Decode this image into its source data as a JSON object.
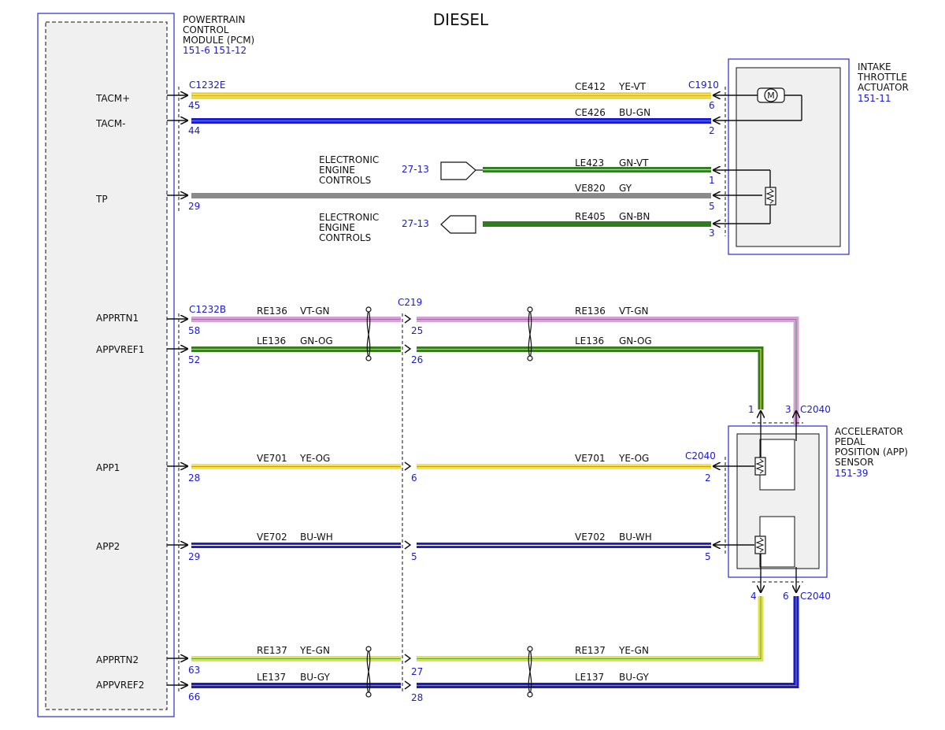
{
  "title": "DIESEL",
  "pcm": {
    "label_lines": [
      "POWERTRAIN",
      "CONTROL",
      "MODULE (PCM)"
    ],
    "refs": "151-6  151-12",
    "pins": [
      "TACM+",
      "TACM-",
      "TP",
      "APPRTN1",
      "APPVREF1",
      "APP1",
      "APP2",
      "APPRTN2",
      "APPVREF2"
    ]
  },
  "throttle": {
    "label_lines": [
      "INTAKE",
      "THROTTLE",
      "ACTUATOR"
    ],
    "ref": "151-11",
    "motor_symbol": "M"
  },
  "app_sensor": {
    "label_lines": [
      "ACCELERATOR",
      "PEDAL",
      "POSITION (APP)",
      "SENSOR"
    ],
    "ref": "151-39"
  },
  "eec": {
    "label_lines": [
      "ELECTRONIC",
      "ENGINE",
      "CONTROLS"
    ],
    "ref": "27-13"
  },
  "connectors": {
    "c1232e": "C1232E",
    "c1910": "C1910",
    "c1232b": "C1232B",
    "c219": "C219",
    "c2040_top": "C2040",
    "c2040_mid": "C2040",
    "c2040_bot": "C2040"
  },
  "pins": {
    "tacm_plus_pcm": "45",
    "tacm_plus_dev": "6",
    "tacm_minus_pcm": "44",
    "tacm_minus_dev": "2",
    "tp_pcm": "29",
    "tp_dev": "5",
    "le423_dev": "1",
    "re405_dev": "3",
    "apprtn1_pcm": "58",
    "apprtn1_c219": "25",
    "appvref1_pcm": "52",
    "appvref1_c219": "26",
    "app1_pcm": "28",
    "app1_c219": "6",
    "app1_dev": "2",
    "app2_pcm": "29",
    "app2_c219": "5",
    "app2_dev": "5",
    "apprtn2_pcm": "63",
    "apprtn2_c219": "27",
    "appvref2_pcm": "66",
    "appvref2_c219": "28",
    "app_top_left": "1",
    "app_top_right": "3",
    "app_bot_left": "4",
    "app_bot_right": "6"
  },
  "wires": {
    "tacm_plus": {
      "circuit": "CE412",
      "color": "YE-VT"
    },
    "tacm_minus": {
      "circuit": "CE426",
      "color": "BU-GN"
    },
    "le423": {
      "circuit": "LE423",
      "color": "GN-VT"
    },
    "tp": {
      "circuit": "VE820",
      "color": "GY"
    },
    "re405": {
      "circuit": "RE405",
      "color": "GN-BN"
    },
    "apprtn1": {
      "circuit": "RE136",
      "color": "VT-GN"
    },
    "appvref1": {
      "circuit": "LE136",
      "color": "GN-OG"
    },
    "app1": {
      "circuit": "VE701",
      "color": "YE-OG"
    },
    "app2": {
      "circuit": "VE702",
      "color": "BU-WH"
    },
    "apprtn2": {
      "circuit": "RE137",
      "color": "YE-GN"
    },
    "appvref2": {
      "circuit": "LE137",
      "color": "BU-GY"
    }
  },
  "wire_colors": {
    "yellow": "#e8d000",
    "yellow_light": "#f2e45a",
    "blue": "#1a1ad6",
    "green": "#2e7d1e",
    "green_light": "#6fbf3a",
    "gray": "#8a8a8a",
    "violet": "#c878c8",
    "outline_blue": "#2a2ad8"
  }
}
